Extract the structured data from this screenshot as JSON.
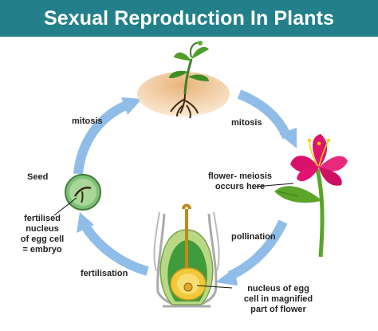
{
  "title": "Sexual Reproduction In Plants",
  "colors": {
    "title_bar": "#23808a",
    "arrow": "#8fbde8",
    "flower_petal": "#e0136f",
    "leaf": "#5aa52a",
    "seed": "#7ec07a",
    "ovary_outer": "#b8d884",
    "ovary_inner": "#3f9b3b",
    "ovule": "#f1c93a"
  },
  "labels": {
    "mitosis_left": "mitosis",
    "mitosis_right": "mitosis",
    "seed": "Seed",
    "flower_meiosis": "flower- meiosis\noccurs here",
    "fertilised": "fertilised\nnucleus\nof egg cell\n= embryo",
    "pollination": "pollination",
    "fertilisation": "fertilisation",
    "nucleus_egg": "nucleus of egg\ncell in magnified\npart of flower"
  }
}
